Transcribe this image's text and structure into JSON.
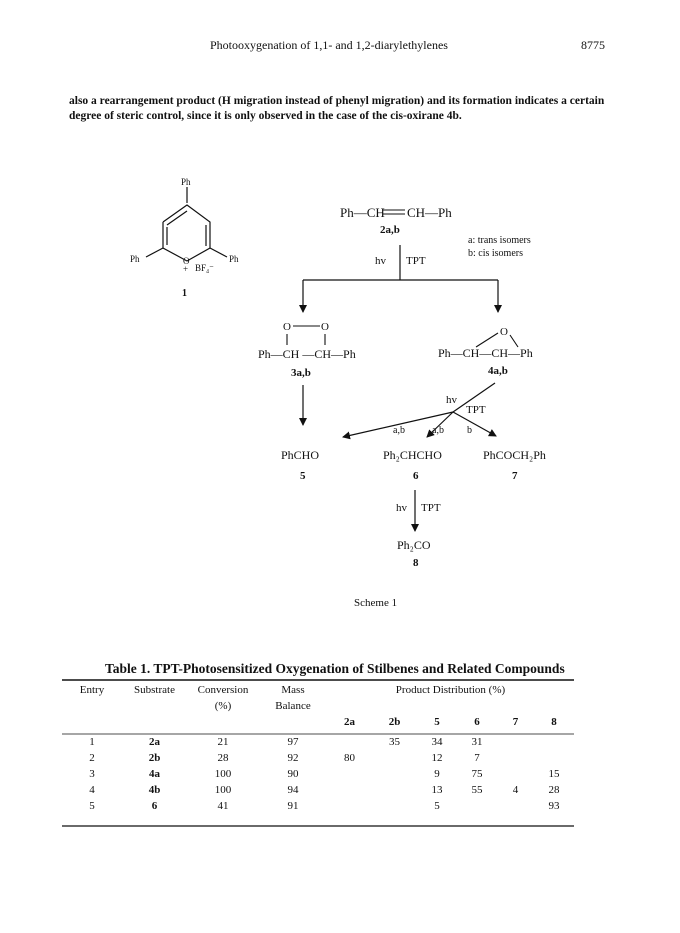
{
  "header": {
    "title": "Photooxygenation of 1,1- and 1,2-diarylethylenes",
    "page": "8775"
  },
  "paragraph": {
    "line1": "also a rearrangement product (H migration instead of phenyl migration) and its formation indicates a certain",
    "line2": "degree of steric control, since it is only observed in the case of the cis-oxirane 4b."
  },
  "scheme": {
    "caption": "Scheme 1",
    "tpt": {
      "top_ph": "Ph",
      "left_ph": "Ph",
      "right_ph": "Ph",
      "o": "O",
      "plus": "+",
      "counterion": "BF₄⁻",
      "label": "1"
    },
    "stilbene": {
      "formula_left": "Ph—CH",
      "formula_right": "CH—Ph",
      "label": "2a,b"
    },
    "isomers": {
      "a": "a: trans isomers",
      "b": "b: cis isomers"
    },
    "cond1": {
      "hv": "hv",
      "tpt": "TPT"
    },
    "dioxetane": {
      "o_left": "O",
      "o_right": "O",
      "formula": "Ph—CH —CH—Ph",
      "label": "3a,b"
    },
    "oxirane": {
      "o": "O",
      "formula": "Ph—CH—CH—Ph",
      "label": "4a,b"
    },
    "cond2": {
      "hv": "hv",
      "tpt": "TPT"
    },
    "branches": {
      "left": "a,b",
      "mid": "a,b",
      "right": "b"
    },
    "products": {
      "p5": {
        "formula": "PhCHO",
        "label": "5"
      },
      "p6": {
        "formula": "Ph₂CHCHO",
        "label": "6"
      },
      "p7": {
        "formula": "PhCOCH₂Ph",
        "label": "7"
      },
      "p8": {
        "formula": "Ph₂CO",
        "label": "8"
      }
    },
    "cond3": {
      "hv": "hv",
      "tpt": "TPT"
    }
  },
  "table": {
    "caption": "Table 1. TPT-Photosensitized Oxygenation of Stilbenes and Related Compounds",
    "headers": {
      "entry": "Entry",
      "substrate": "Substrate",
      "conversion": "Conversion",
      "conversion_unit": "(%)",
      "mass": "Mass",
      "balance": "Balance",
      "distribution": "Product Distribution (%)",
      "products": [
        "2a",
        "2b",
        "5",
        "6",
        "7",
        "8"
      ]
    },
    "rows": [
      [
        "1",
        "2a",
        "21",
        "97",
        "",
        "35",
        "34",
        "31",
        "",
        ""
      ],
      [
        "2",
        "2b",
        "28",
        "92",
        "80",
        "",
        "12",
        "7",
        "",
        ""
      ],
      [
        "3",
        "4a",
        "100",
        "90",
        "",
        "",
        "9",
        "75",
        "",
        "15"
      ],
      [
        "4",
        "4b",
        "100",
        "94",
        "",
        "",
        "13",
        "55",
        "4",
        "28"
      ],
      [
        "5",
        "6",
        "41",
        "91",
        "",
        "",
        "5",
        "",
        "",
        "93"
      ]
    ]
  }
}
